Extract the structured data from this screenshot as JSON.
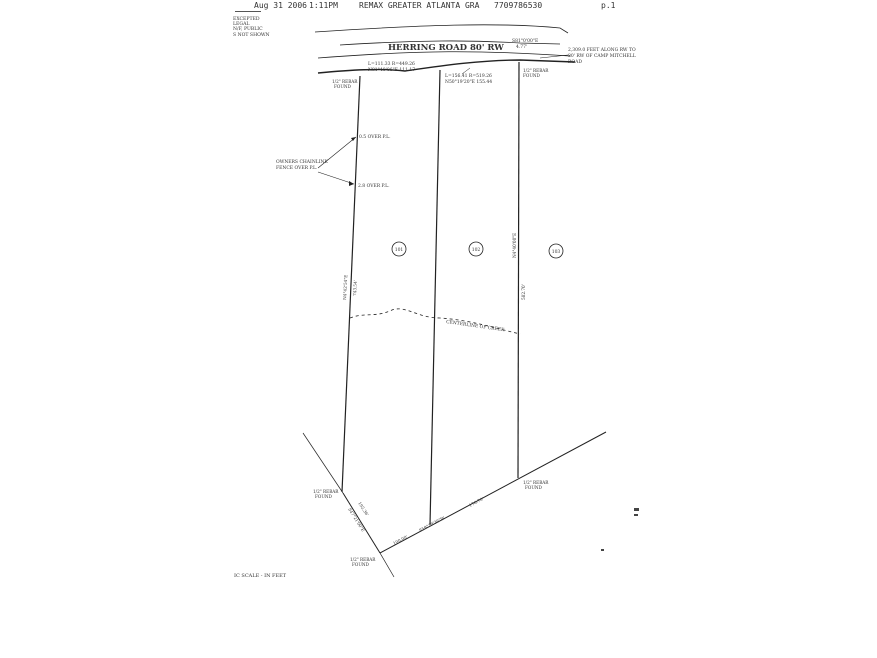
{
  "header": {
    "date": "Aug 31 2006",
    "time": "1:11PM",
    "sender": "REMAX GREATER ATLANTA GRA",
    "phone": "7709786530",
    "page": "p.1"
  },
  "notes": {
    "left_top": [
      "EXCEPTED",
      "LEGAL",
      "N/F, PUBLIC",
      "S NOT SHOWN"
    ],
    "scale": "IC SCALE - IN FEET"
  },
  "road": {
    "name": "HERRING ROAD 80' RW",
    "curve_left": [
      "L=111.33 R=449.26",
      "N81°40'06\"E 111.17"
    ],
    "curve_mid": [
      "L=156.41 R=519.26",
      "N50°19'20\"E 155.44"
    ],
    "bearing_right": [
      "S81°0'00\"E",
      "4.77'"
    ],
    "distance_note": [
      "2,309.0 FEET ALONG RW TO",
      "80' RW OF CAMP MITCHELL",
      "ROAD"
    ]
  },
  "fence": {
    "label": [
      "OWNERS CHAINLINK",
      "FENCE OVER P.L."
    ],
    "over1": "0.5 OVER P.L.",
    "over2": "2.8 OVER P.L."
  },
  "lots": [
    "101",
    "102",
    "103"
  ],
  "creek": "CENTERLINE OF CREEK",
  "pins": {
    "top_left": [
      "1/2\" REBAR",
      "FOUND"
    ],
    "top_right": [
      "1/2\" REBAR",
      "FOUND"
    ],
    "bottom_left": [
      "1/2\" REBAR",
      "FOUND"
    ],
    "bottom_right": [
      "1/2\" REBAR",
      "FOUND"
    ],
    "bottom_apex": [
      "1/2\" REBAR",
      "FOUND"
    ]
  },
  "dims": {
    "left_bearing": "N4°42'54\"E",
    "left_length": "743.54'",
    "right_bearing": "N4°40'00\"E",
    "right_length": "582.70'",
    "bottom_bearing": "S59°28'36\"W",
    "bottom_length1": "176.70'",
    "bottom_length2": "100.00'",
    "sw_bearing": "S47°21'00\"E",
    "sw_length": "192.36'"
  }
}
